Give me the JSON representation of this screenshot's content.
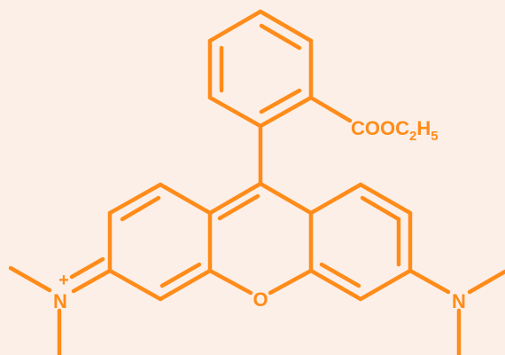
{
  "molecule": {
    "ester_label": "COOC",
    "ester_sub_2": "2",
    "ester_h": "H",
    "ester_sub_5": "5",
    "oxygen_label": "O",
    "left_nitrogen_label": "N",
    "left_charge_label": "+",
    "right_nitrogen_label": "N"
  },
  "colors": {
    "structure": "#ff8c1a",
    "background": "#fbefe8"
  }
}
